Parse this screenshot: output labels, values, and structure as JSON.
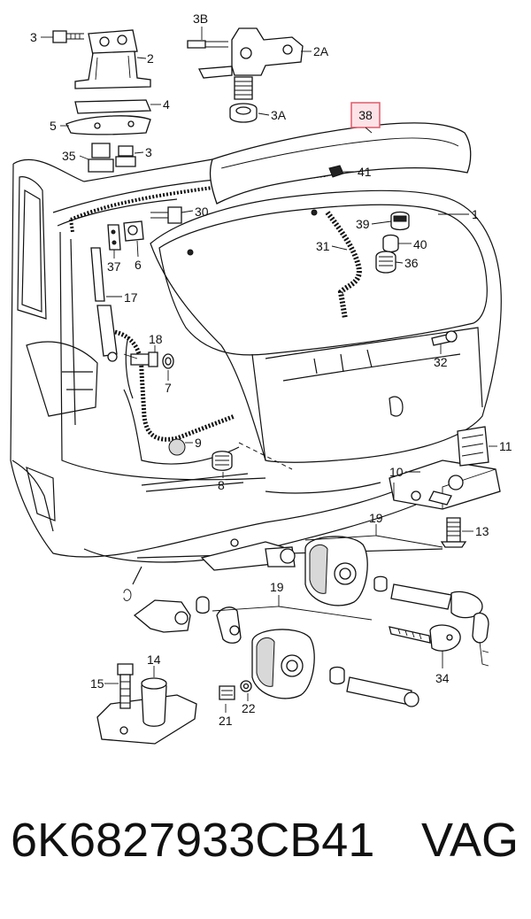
{
  "highlight": {
    "label": "38",
    "color": "#e05a6a"
  },
  "callouts": {
    "c3_top": "3",
    "c2": "2",
    "c3b": "3B",
    "c2a": "2A",
    "c4": "4",
    "c3a": "3A",
    "c5": "5",
    "c35": "35",
    "c3_mid": "3",
    "c41": "41",
    "c1": "1",
    "c30": "30",
    "c39": "39",
    "c31": "31",
    "c40": "40",
    "c36": "36",
    "c37": "37",
    "c6": "6",
    "c17": "17",
    "c18": "18",
    "c7": "7",
    "c32": "32",
    "c9": "9",
    "c8": "8",
    "c11": "11",
    "c10": "10",
    "c13": "13",
    "c19_top": "19",
    "c19_bot": "19",
    "c14": "14",
    "c15": "15",
    "c21": "21",
    "c22": "22",
    "c34": "34"
  },
  "caption": {
    "part_number": "6K6827933CB41",
    "brand": "VAG"
  }
}
